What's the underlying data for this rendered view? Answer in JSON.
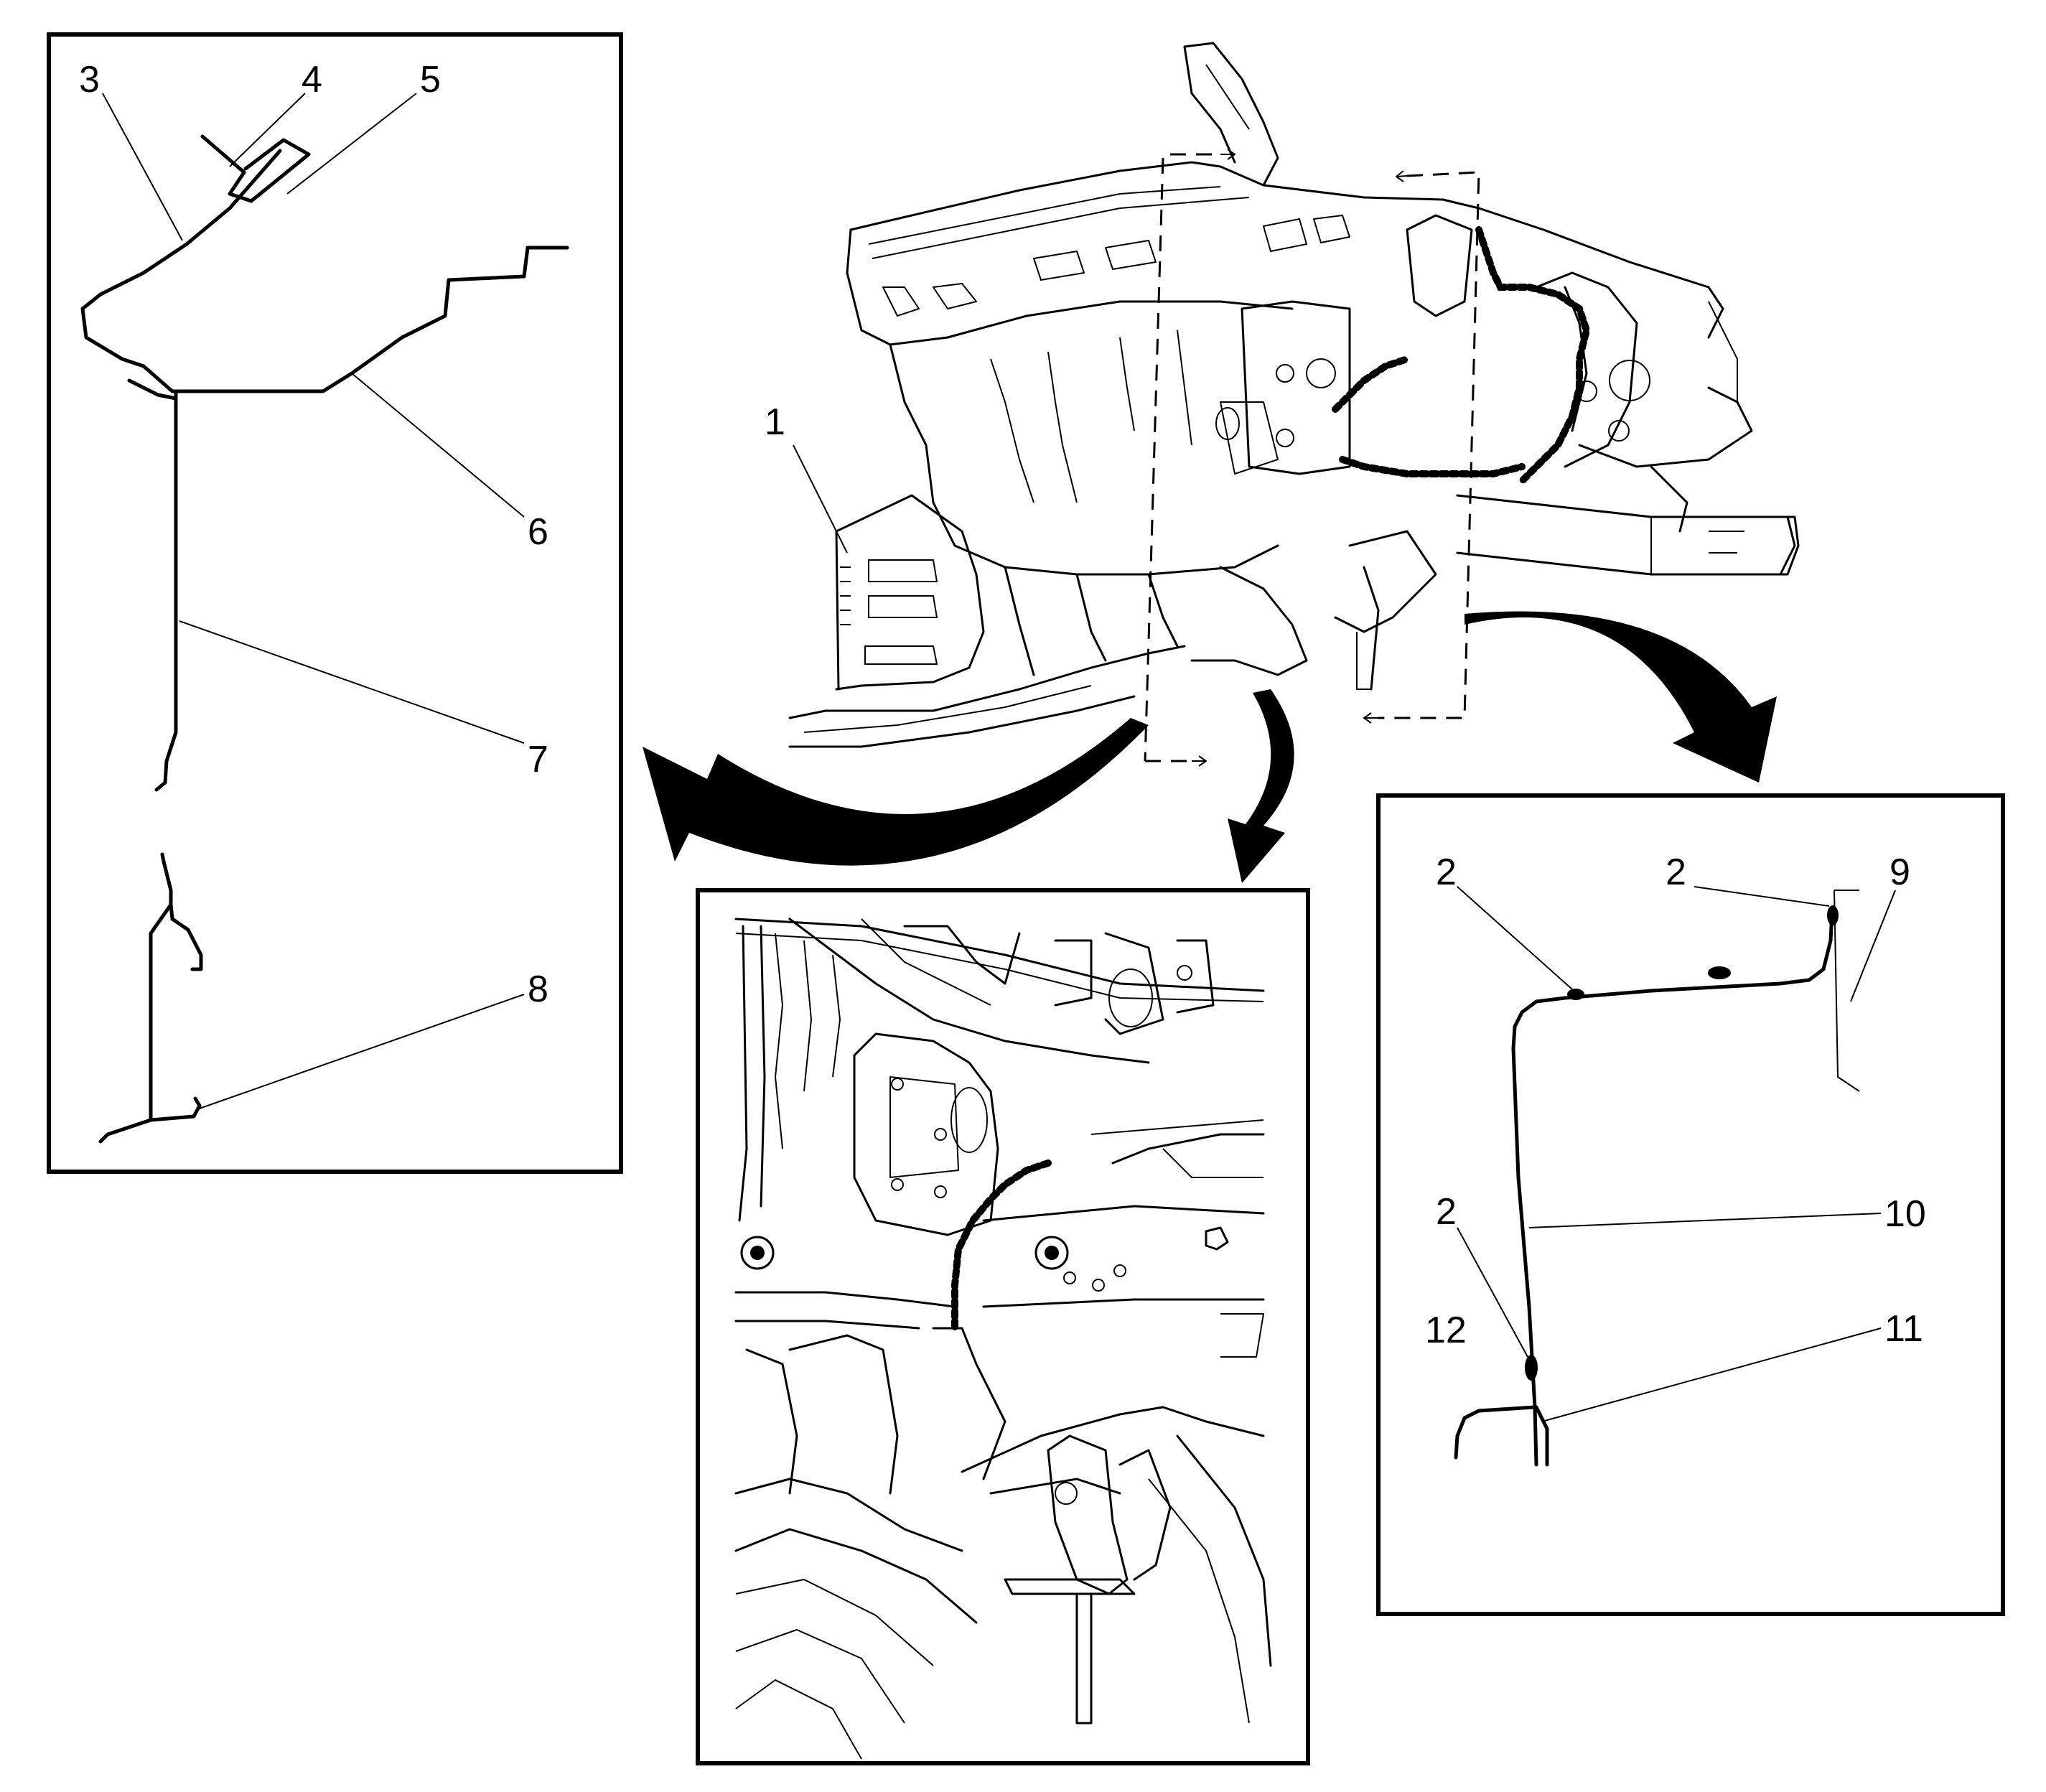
{
  "figure": {
    "callouts": [
      {
        "id": "c1",
        "text": "1"
      },
      {
        "id": "c2a",
        "text": "2"
      },
      {
        "id": "c2b",
        "text": "2"
      },
      {
        "id": "c2c",
        "text": "2"
      },
      {
        "id": "c3",
        "text": "3"
      },
      {
        "id": "c4",
        "text": "4"
      },
      {
        "id": "c5",
        "text": "5"
      },
      {
        "id": "c6",
        "text": "6"
      },
      {
        "id": "c7",
        "text": "7"
      },
      {
        "id": "c8",
        "text": "8"
      },
      {
        "id": "c9",
        "text": "9"
      },
      {
        "id": "c10",
        "text": "10"
      },
      {
        "id": "c11",
        "text": "11"
      },
      {
        "id": "c12",
        "text": "12"
      }
    ]
  }
}
